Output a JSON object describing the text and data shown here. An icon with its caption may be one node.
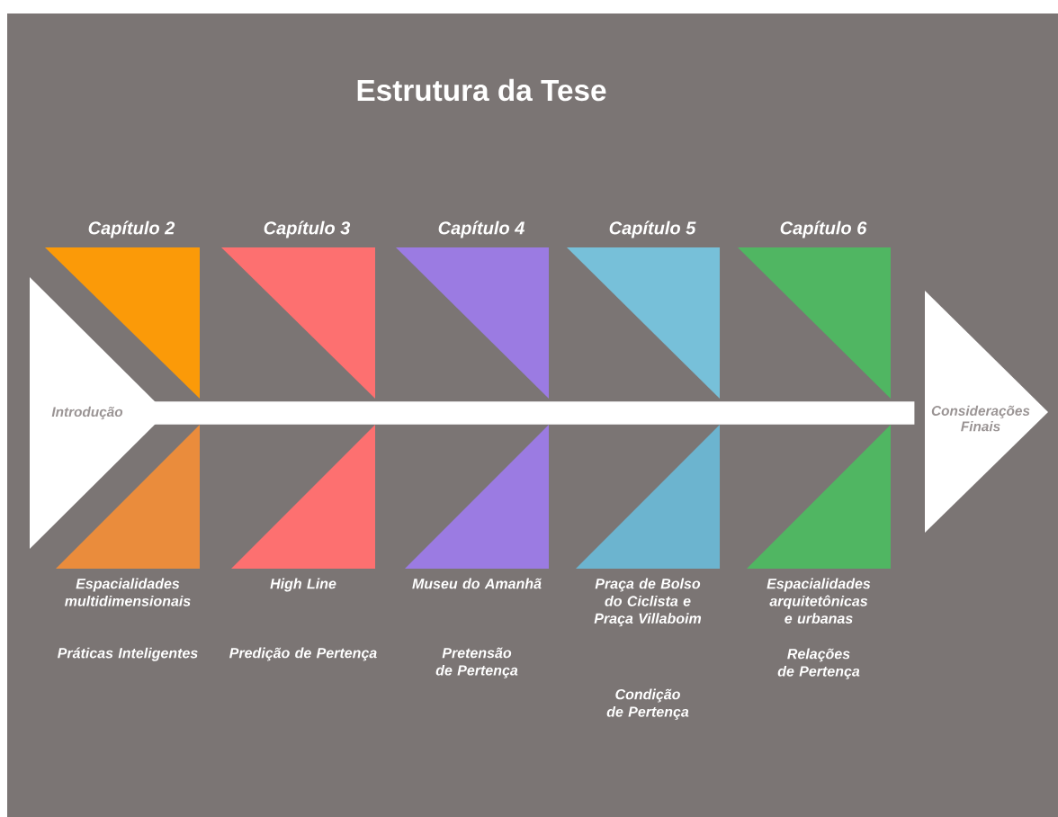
{
  "diagram": {
    "title": "Estrutura da Tese",
    "nodes": [
      {
        "text": [
          "Introdução"
        ]
      },
      {
        "text": [
          "Capítulo 2"
        ]
      },
      {
        "text": [
          "Capítulo 3"
        ]
      },
      {
        "text": [
          "Capítulo 4"
        ]
      },
      {
        "text": [
          "Capítulo 5"
        ]
      },
      {
        "text": [
          "Capítulo 6"
        ]
      },
      {
        "text": [
          "Espacialidades multidimensionais",
          "Práticas Inteligentes"
        ]
      },
      {
        "text": [
          "High Line",
          "Predição de Pertença"
        ]
      },
      {
        "text": [
          "Museu do Amanhã",
          "Pretensão de Pertença"
        ]
      },
      {
        "text": [
          "Praça de Bolso do Ciclista e Praça Villaboim",
          "Condição de Pertença"
        ]
      },
      {
        "text": [
          "Espacialidades arquitetônicas e urbanas",
          "Relações de Pertença"
        ]
      },
      {
        "text": [
          "Considerações Finais"
        ]
      }
    ],
    "edges": [
      {
        "from": 0,
        "to": 11,
        "arrow": "none"
      }
    ]
  }
}
